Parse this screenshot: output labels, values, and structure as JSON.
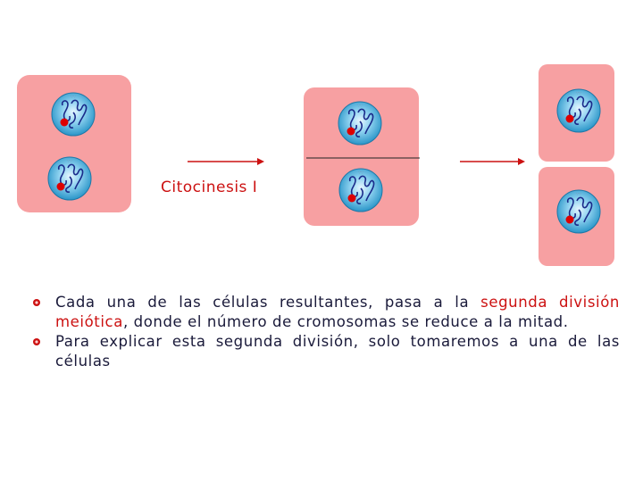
{
  "colors": {
    "cell_fill": "#f7a0a2",
    "nucleus_fill": "#3aa8d8",
    "chromosome_stroke": "#1a2a8a",
    "centromere": "#dd0000",
    "arrow": "#cc1111",
    "text": "#1a1a3a",
    "highlight": "#cc1111"
  },
  "diagram": {
    "caption": "Citocinesis I"
  },
  "bullets": [
    {
      "parts": [
        {
          "text": "Cada una de las células resultantes, pasa a la ",
          "highlight": false
        },
        {
          "text": "segunda división meiótica",
          "highlight": true
        },
        {
          "text": ", donde el número de cromosomas se reduce a la mitad.",
          "highlight": false
        }
      ]
    },
    {
      "parts": [
        {
          "text": "Para explicar esta segunda división, solo tomaremos a una de las células",
          "highlight": false
        }
      ]
    }
  ],
  "icons": {
    "bullet": "flower-bullet-icon",
    "arrow": "right-arrow-icon",
    "cell": "cell-icon"
  }
}
